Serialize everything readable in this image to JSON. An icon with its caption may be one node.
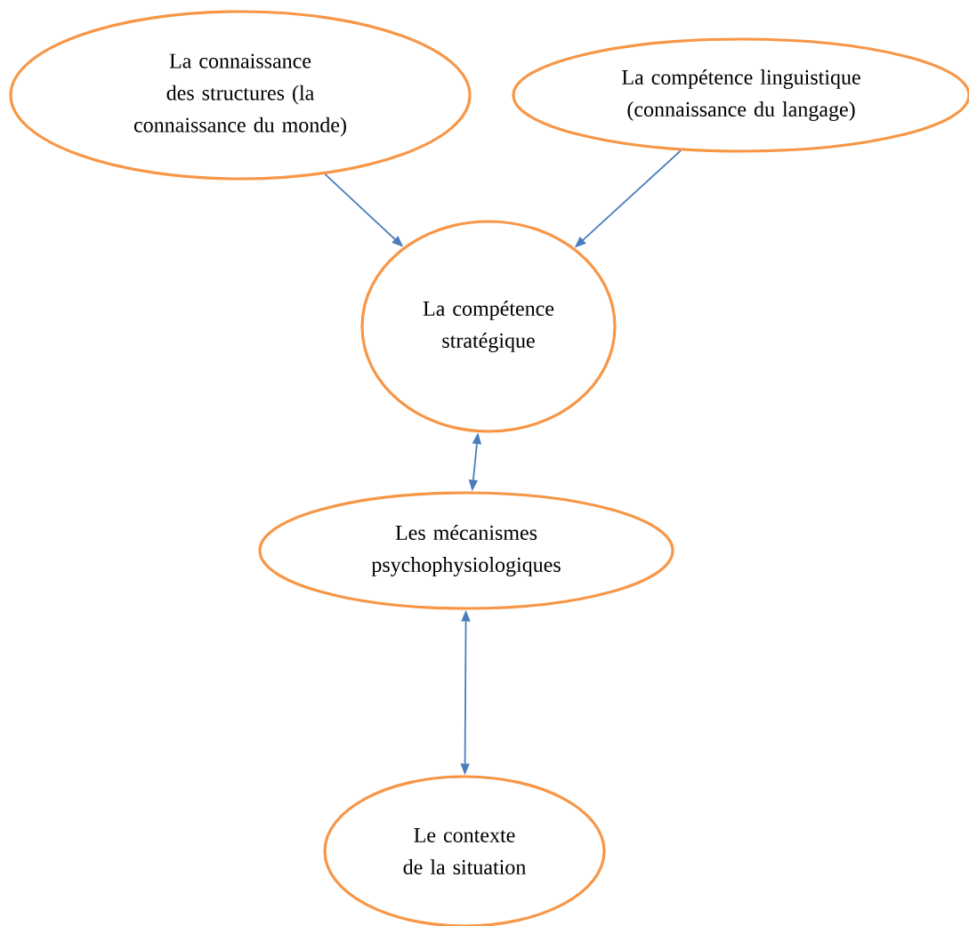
{
  "diagram": {
    "nodes": [
      {
        "text": [
          "La connaissance des structures (la connaissance du monde)"
        ]
      },
      {
        "text": [
          "La compétence linguistique (connaissance du langage)"
        ]
      },
      {
        "text": [
          "La compétence stratégique"
        ]
      },
      {
        "text": [
          "Les mécanismes psychophysiologiques"
        ]
      },
      {
        "text": [
          "Le contexte de la situation"
        ]
      }
    ],
    "edges": [
      {
        "from": 0,
        "to": 2,
        "arrow": "to"
      },
      {
        "from": 1,
        "to": 2,
        "arrow": "to"
      },
      {
        "from": 2,
        "to": 3,
        "arrow": "both"
      },
      {
        "from": 3,
        "to": 4,
        "arrow": "both"
      }
    ]
  }
}
